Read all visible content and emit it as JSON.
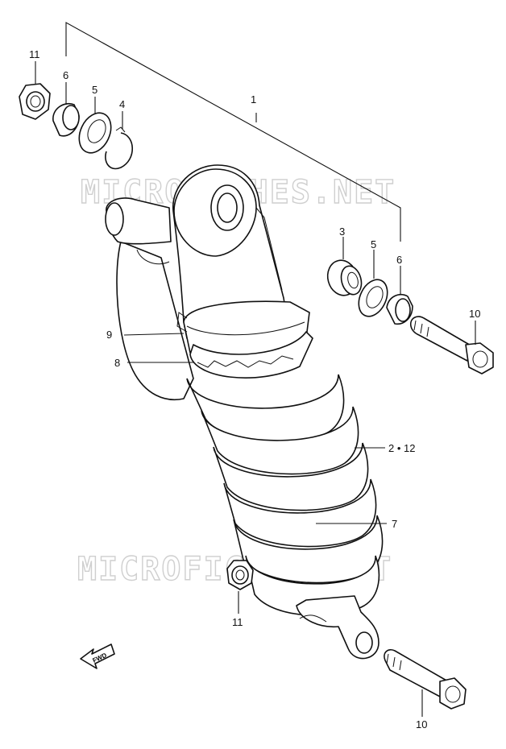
{
  "watermark": {
    "text": "MICROFICHES.NET"
  },
  "callouts": {
    "c1": "1",
    "c2_12": "2 • 12",
    "c3": "3",
    "c4": "4",
    "c5_top": "5",
    "c5_right": "5",
    "c6_top": "6",
    "c6_right": "6",
    "c7": "7",
    "c8": "8",
    "c9": "9",
    "c10_upper": "10",
    "c10_lower": "10",
    "c11_top": "11",
    "c11_bottom": "11"
  },
  "fwd_badge": {
    "text": "FWD"
  }
}
